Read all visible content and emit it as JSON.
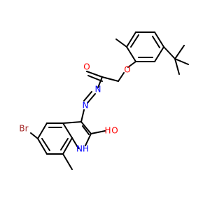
{
  "molecule": {
    "atoms": [
      {
        "id": "O_carbonyl",
        "label": "O",
        "color": "#ff0000"
      },
      {
        "id": "O_ether",
        "label": "O",
        "color": "#ff0000"
      },
      {
        "id": "N_azo_1",
        "label": "N",
        "color": "#0000ff"
      },
      {
        "id": "N_azo_2",
        "label": "N",
        "color": "#0000ff"
      },
      {
        "id": "Br",
        "label": "Br",
        "color": "#a52a2a"
      },
      {
        "id": "O_hydroxyl",
        "label": "O",
        "color": "#ff0000"
      },
      {
        "id": "H_hydroxyl",
        "label": "H",
        "color": "#ff0000"
      },
      {
        "id": "NH_ring",
        "label": "NH",
        "color": "#0000ff"
      }
    ]
  }
}
